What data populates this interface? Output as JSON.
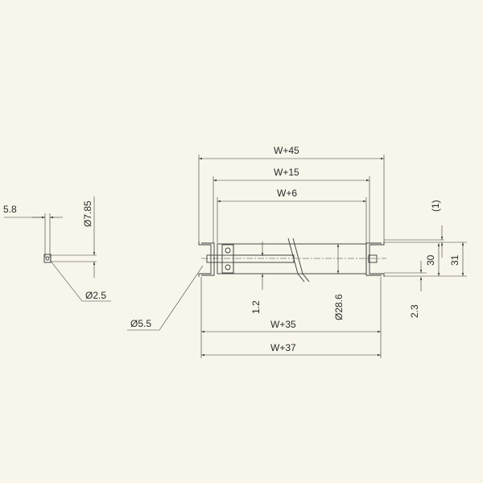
{
  "dimensions": {
    "w45": "W+45",
    "w15": "W+15",
    "w6": "W+6",
    "w35": "W+35",
    "w37": "W+37",
    "d286": "Ø28.6",
    "d55": "Ø5.5",
    "d785": "Ø7.85",
    "d25": "Ø2.5",
    "t58": "5.8",
    "t12": "1.2",
    "t23": "2.3",
    "t30": "30",
    "t31": "31",
    "t1": "(1)"
  },
  "colors": {
    "background": "#f8f5ea",
    "line": "#3a3a3a"
  }
}
